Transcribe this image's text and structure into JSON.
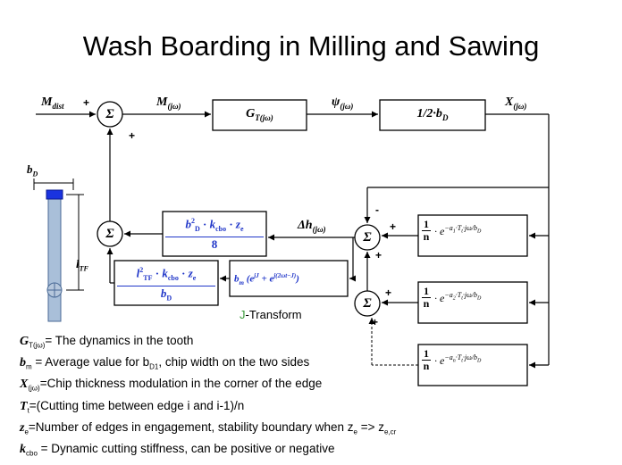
{
  "title": "Wash Boarding in Milling and Sawing",
  "signals": {
    "m_dist": "M",
    "m_dist_sub": "dist",
    "m_jw": "M",
    "m_jw_sub": "(jω)",
    "psi": "ψ",
    "psi_sub": "(jω)",
    "x_jw": "X",
    "x_jw_sub": "(jω)",
    "dh": "Δh",
    "dh_sub": "(jω)"
  },
  "blocks": {
    "gt": "G",
    "gt_sub": "T(jω)",
    "half_bd": "1/2·b",
    "half_bd_sub": "D",
    "upper_frac_num": "b",
    "upper_frac_den": "8",
    "lower_frac_num": "l",
    "lower_frac_den": "b",
    "bm_expr": "b",
    "exp_1": "e",
    "exp_2": "e",
    "exp_n": "e",
    "exp_num": "1",
    "exp_den": "n"
  },
  "sum_symbol": "Σ",
  "signs": {
    "plus": "+",
    "minus": "-"
  },
  "tool": {
    "bd": "b",
    "bd_sub": "D",
    "ltf": "l",
    "ltf_sub": "TF"
  },
  "j_transform": {
    "glyph": "J",
    "text": "-Transform"
  },
  "legend": [
    {
      "sym": "G",
      "sub": "T(jω)",
      "text": "= The dynamics in the tooth"
    },
    {
      "sym": "b",
      "sub": "m",
      "text": " = Average value for b",
      "tail_sub": "D1",
      "tail": ", chip width on the two sides"
    },
    {
      "sym": "X",
      "sub": "(jω)",
      "text": "=Chip thickness modulation in the corner of the edge"
    },
    {
      "sym": "T",
      "sub": "t",
      "text": "=(Cutting time between edge i and i-1)/n"
    },
    {
      "sym": "z",
      "sub": "e",
      "text": "=Number of edges in engagement, stability boundary when z",
      "tail_sub": "e",
      "tail": " => z",
      "tail_sub2": "e,cr"
    },
    {
      "sym": "k",
      "sub": "cbo",
      "text": " = Dynamic cutting stiffness, can be positive or negative"
    }
  ],
  "colors": {
    "formula_blue": "#1f35c8",
    "tool_fill": "#a9bfd9",
    "tool_tip": "#1a33e0",
    "j_green": "#3a9a3a"
  }
}
